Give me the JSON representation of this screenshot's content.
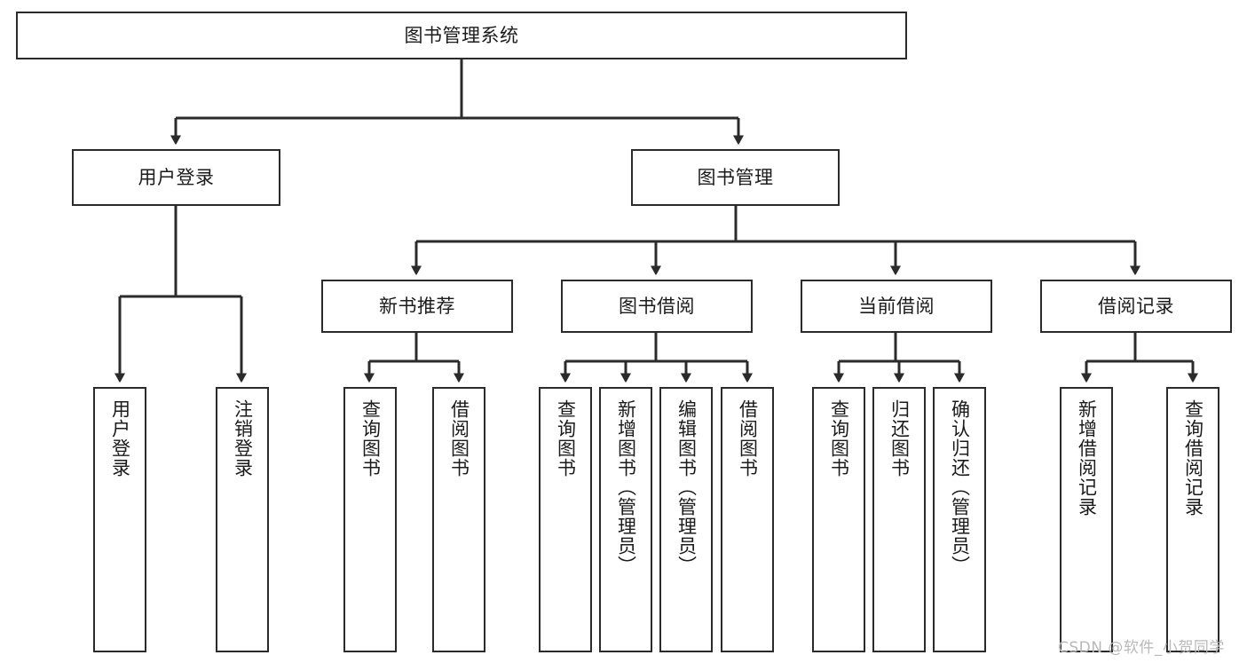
{
  "diagram": {
    "type": "tree",
    "title": "图书管理系统",
    "orientation": "top-down",
    "colors": {
      "box_border": "#2b2b2b",
      "box_fill": "#ffffff",
      "edge": "#2b2b2b",
      "text": "#1b1b1b",
      "watermark": "#b9b9b9"
    },
    "nodes": {
      "root": {
        "label": "图书管理系统"
      },
      "level2": [
        {
          "id": "user-login",
          "label": "用户登录"
        },
        {
          "id": "book-manage",
          "label": "图书管理"
        }
      ],
      "level3": [
        {
          "id": "new-book-recommend",
          "label": "新书推荐"
        },
        {
          "id": "book-borrow",
          "label": "图书借阅"
        },
        {
          "id": "current-borrow",
          "label": "当前借阅"
        },
        {
          "id": "borrow-record",
          "label": "借阅记录"
        }
      ],
      "leaves": {
        "user_login": [
          {
            "id": "leaf-user-login",
            "label": "用户登录"
          },
          {
            "id": "leaf-logout-login",
            "label": "注销登录"
          }
        ],
        "new_book_recommend": [
          {
            "id": "leaf-query-book-1",
            "label": "查询图书"
          },
          {
            "id": "leaf-borrow-book-1",
            "label": "借阅图书"
          }
        ],
        "book_borrow": [
          {
            "id": "leaf-query-book-2",
            "label": "查询图书"
          },
          {
            "id": "leaf-add-book",
            "label": "新增图书（管理员）"
          },
          {
            "id": "leaf-edit-book",
            "label": "编辑图书（管理员）"
          },
          {
            "id": "leaf-borrow-book-2",
            "label": "借阅图书"
          }
        ],
        "current_borrow": [
          {
            "id": "leaf-query-book-3",
            "label": "查询图书"
          },
          {
            "id": "leaf-return-book",
            "label": "归还图书"
          },
          {
            "id": "leaf-confirm-return",
            "label": "确认归还（管理员）"
          }
        ],
        "borrow_record": [
          {
            "id": "leaf-add-borrow-record",
            "label": "新增借阅记录"
          },
          {
            "id": "leaf-query-borrow-record",
            "label": "查询借阅记录"
          }
        ]
      }
    }
  },
  "watermark": {
    "text": "CSDN @软件_小贺同学"
  }
}
